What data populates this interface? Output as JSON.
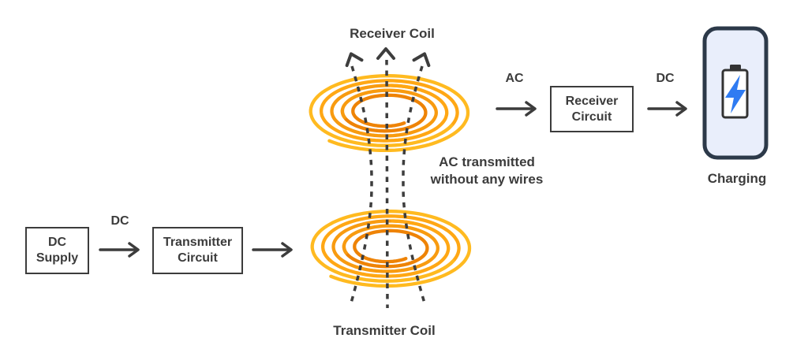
{
  "diagram": {
    "boxes": {
      "dc_supply": {
        "line1": "DC",
        "line2": "Supply"
      },
      "transmitter_circuit": {
        "line1": "Transmitter",
        "line2": "Circuit"
      },
      "receiver_circuit": {
        "line1": "Receiver",
        "line2": "Circuit"
      }
    },
    "arrow_labels": {
      "dc_in": "DC",
      "ac_out": "AC",
      "dc_out": "DC"
    },
    "coil_labels": {
      "receiver": "Receiver Coil",
      "transmitter": "Transmitter Coil"
    },
    "note": {
      "line1": "AC transmitted",
      "line2": "without any wires"
    },
    "charging_label": "Charging"
  },
  "icons": {
    "charging_device": "phone-with-charging-battery-icon",
    "bolt": "lightning-bolt-icon"
  },
  "colors": {
    "coil_gradient": [
      "#EE8306",
      "#F89B10",
      "#FFA714",
      "#FFBA20"
    ],
    "field_line": "#3D3D3D",
    "arrow": "#3C3C3C",
    "text": "#3C3C3C",
    "box_border": "#3C3C3C",
    "phone_border": "#2C3949",
    "phone_fill": "#E9EEFB",
    "battery_outline": "#333333",
    "bolt": "#2F7BF2"
  }
}
